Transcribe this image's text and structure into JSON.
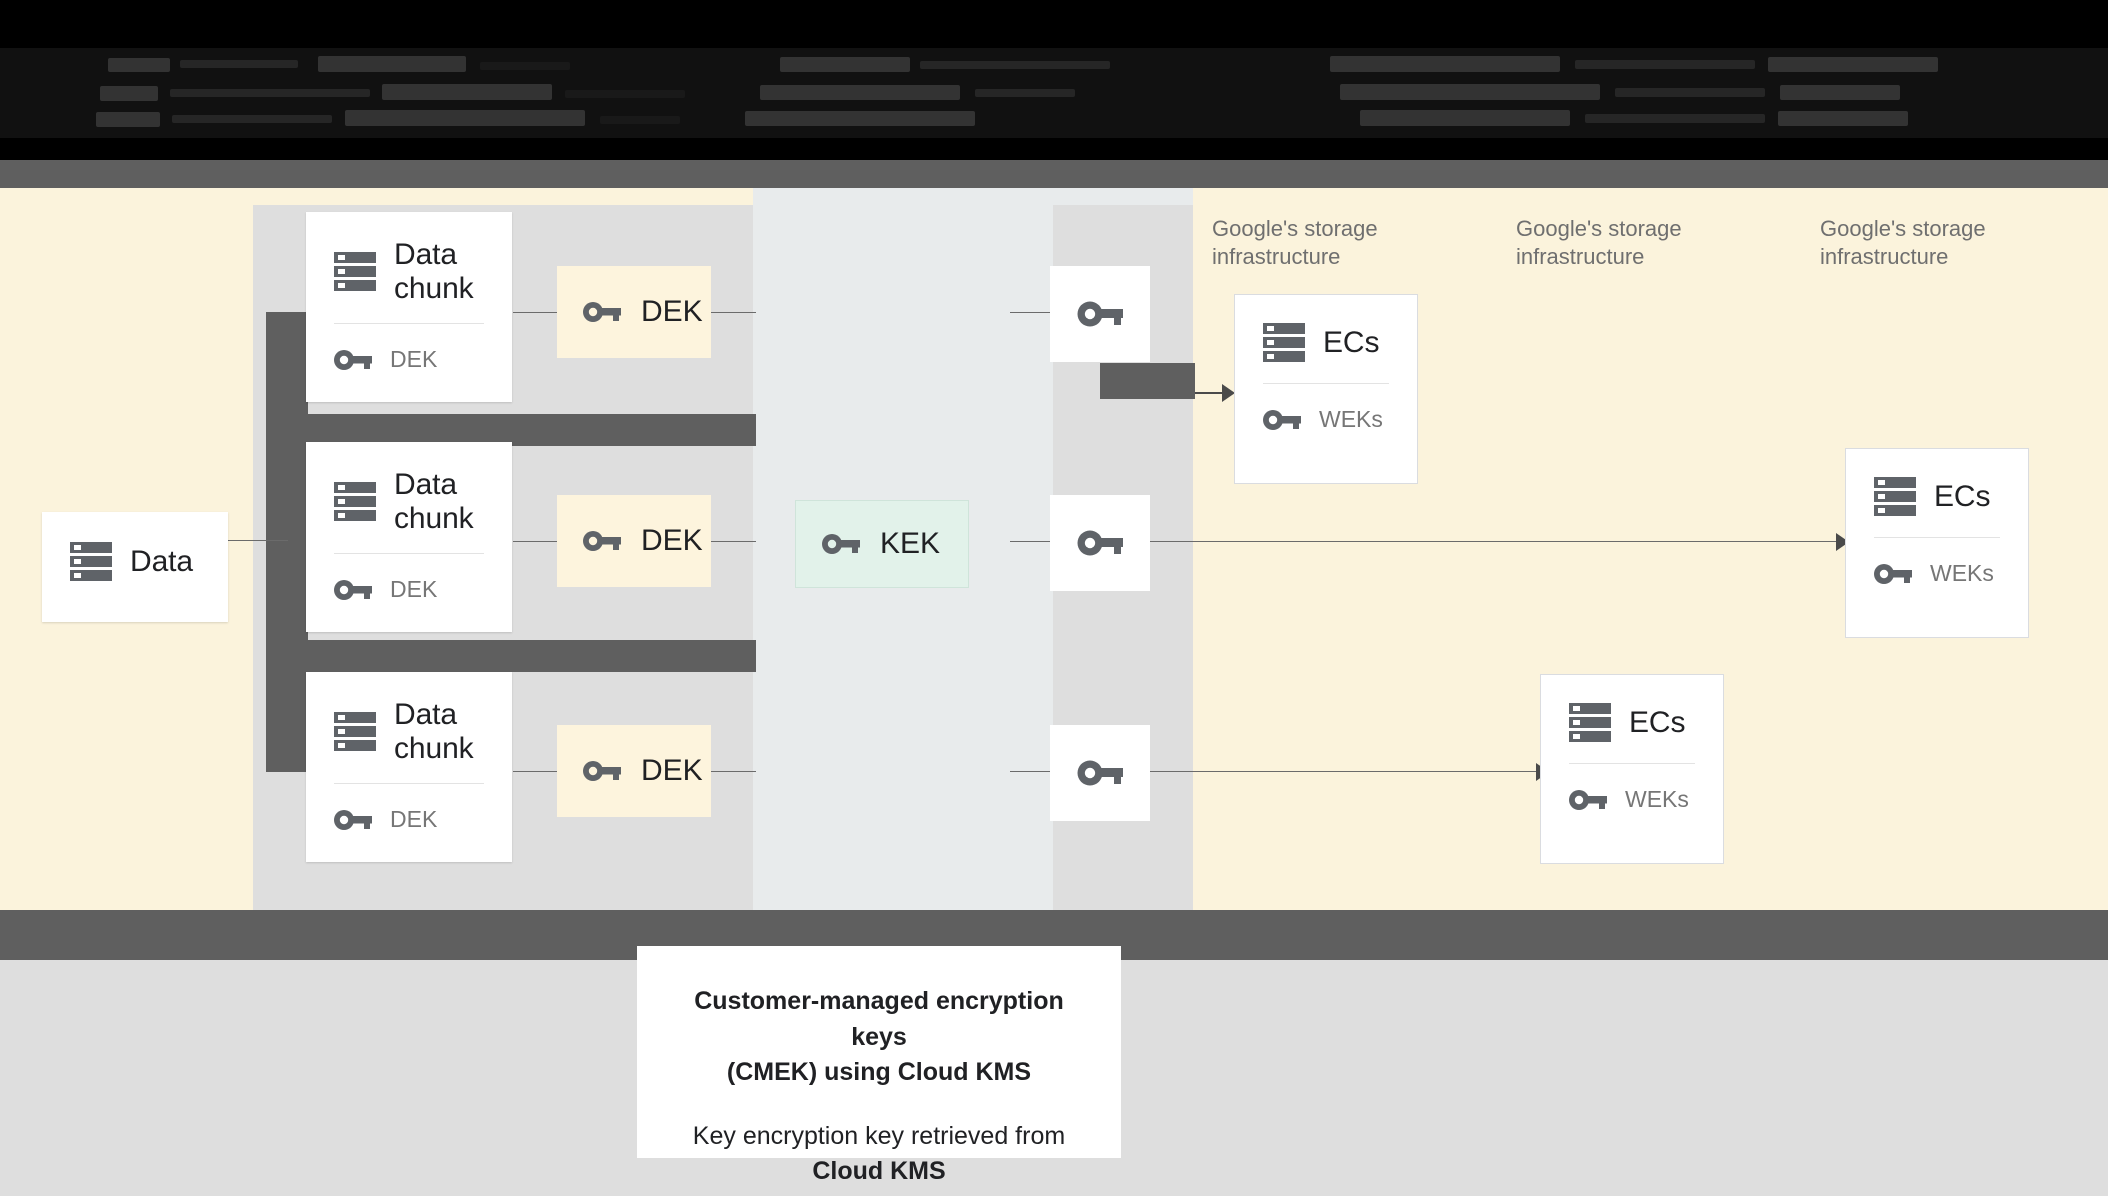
{
  "banner": {
    "state": "obscured",
    "note": "Top banner text is illegible in the source screenshot (dark-on-black, heavily degraded)."
  },
  "diagram": {
    "source_card": {
      "title": "Data",
      "icon": "server-icon"
    },
    "chunks": [
      {
        "title": "Data chunk",
        "key_label": "DEK",
        "icon": "server-icon",
        "key_icon": "key-icon"
      },
      {
        "title": "Data chunk",
        "key_label": "DEK",
        "icon": "server-icon",
        "key_icon": "key-icon"
      },
      {
        "title": "Data chunk",
        "key_label": "DEK",
        "icon": "server-icon",
        "key_icon": "key-icon"
      }
    ],
    "dek_chips": [
      {
        "label": "DEK",
        "icon": "key-icon"
      },
      {
        "label": "DEK",
        "icon": "key-icon"
      },
      {
        "label": "DEK",
        "icon": "key-icon"
      }
    ],
    "kek_chip": {
      "label": "KEK",
      "icon": "key-icon"
    },
    "wrapped_keys": [
      {
        "icon": "key-icon"
      },
      {
        "icon": "key-icon"
      },
      {
        "icon": "key-icon"
      }
    ],
    "infra_labels": [
      "Google's storage infrastructure",
      "Google's storage infrastructure",
      "Google's storage infrastructure"
    ],
    "ec_cards": [
      {
        "title": "ECs",
        "key_label": "WEKs",
        "icon": "server-icon",
        "key_icon": "key-icon"
      },
      {
        "title": "ECs",
        "key_label": "WEKs",
        "icon": "server-icon",
        "key_icon": "key-icon"
      },
      {
        "title": "ECs",
        "key_label": "WEKs",
        "icon": "server-icon",
        "key_icon": "key-icon"
      }
    ]
  },
  "caption": {
    "line1": "Customer-managed encryption keys",
    "line2": "(CMEK) using Cloud KMS",
    "line3": "Key encryption key retrieved from",
    "line4": "Cloud KMS"
  },
  "colors": {
    "cream": "#fbf3dc",
    "gray_strip": "#dedede",
    "mid_panel": "#e8ebec",
    "dark_rule": "#5f5f5f",
    "dek_chip": "#fdf4dd",
    "kek_chip": "#e2f2ea",
    "icon_gray": "#5f6368",
    "text_dark": "#202124",
    "text_muted": "#767676"
  }
}
